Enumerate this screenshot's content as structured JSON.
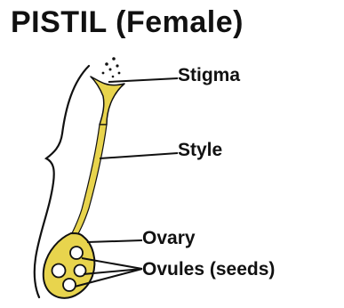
{
  "title": "PISTIL (Female)",
  "labels": {
    "stigma": "Stigma",
    "style": "Style",
    "ovary": "Ovary",
    "ovules": "Ovules (seeds)"
  },
  "colors": {
    "pistil_fill": "#e8d44d",
    "outline": "#111111",
    "text": "#111111"
  }
}
